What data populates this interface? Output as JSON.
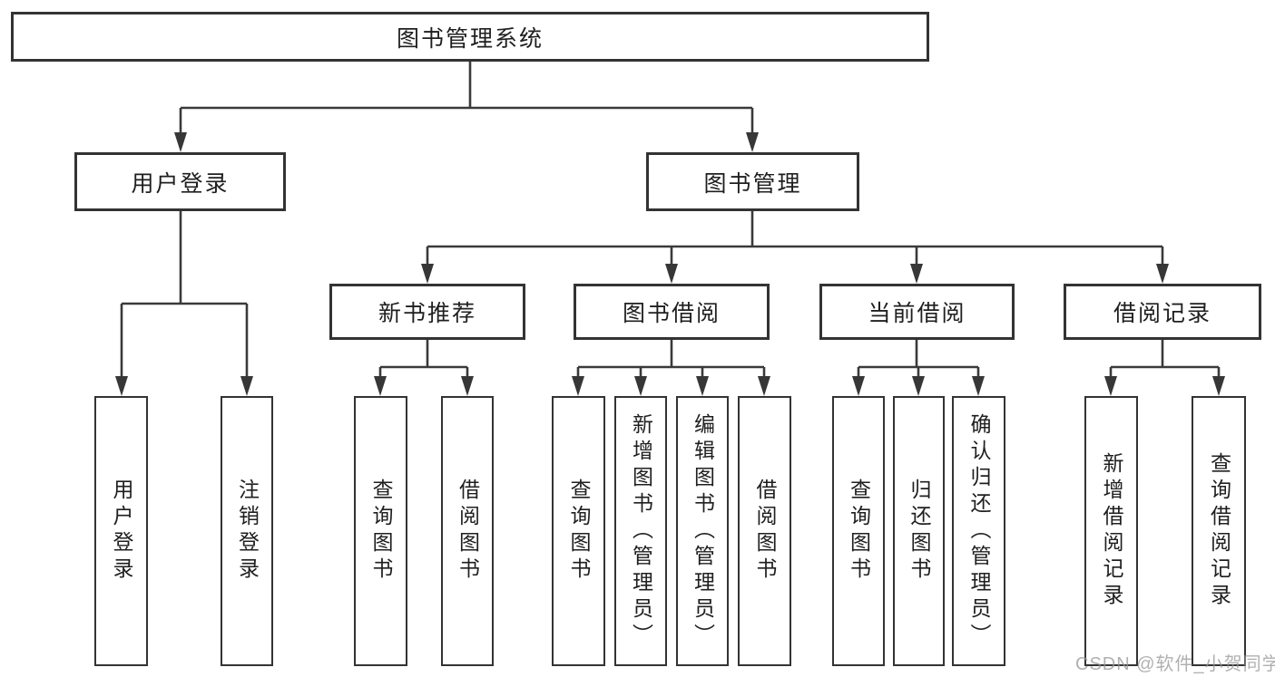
{
  "tree": {
    "root": {
      "label": "图书管理系统",
      "children": [
        {
          "label": "用户登录",
          "children": [
            {
              "label": "用户登录"
            },
            {
              "label": "注销登录"
            }
          ]
        },
        {
          "label": "图书管理",
          "children": [
            {
              "label": "新书推荐",
              "children": [
                {
                  "label": "查询图书"
                },
                {
                  "label": "借阅图书"
                }
              ]
            },
            {
              "label": "图书借阅",
              "children": [
                {
                  "label": "查询图书"
                },
                {
                  "label": "新增图书（管理员）"
                },
                {
                  "label": "编辑图书（管理员）"
                },
                {
                  "label": "借阅图书"
                }
              ]
            },
            {
              "label": "当前借阅",
              "children": [
                {
                  "label": "查询图书"
                },
                {
                  "label": "归还图书"
                },
                {
                  "label": "确认归还（管理员）"
                }
              ]
            },
            {
              "label": "借阅记录",
              "children": [
                {
                  "label": "新增借阅记录"
                },
                {
                  "label": "查询借阅记录"
                }
              ]
            }
          ]
        }
      ]
    }
  },
  "watermark": {
    "text": "CSDN @软件_小贺同学"
  },
  "colors": {
    "line": "#3a3a3a",
    "box_border": "#333333",
    "text": "#1f1f1f",
    "watermark": "#b3b3b3",
    "background": "#ffffff"
  }
}
